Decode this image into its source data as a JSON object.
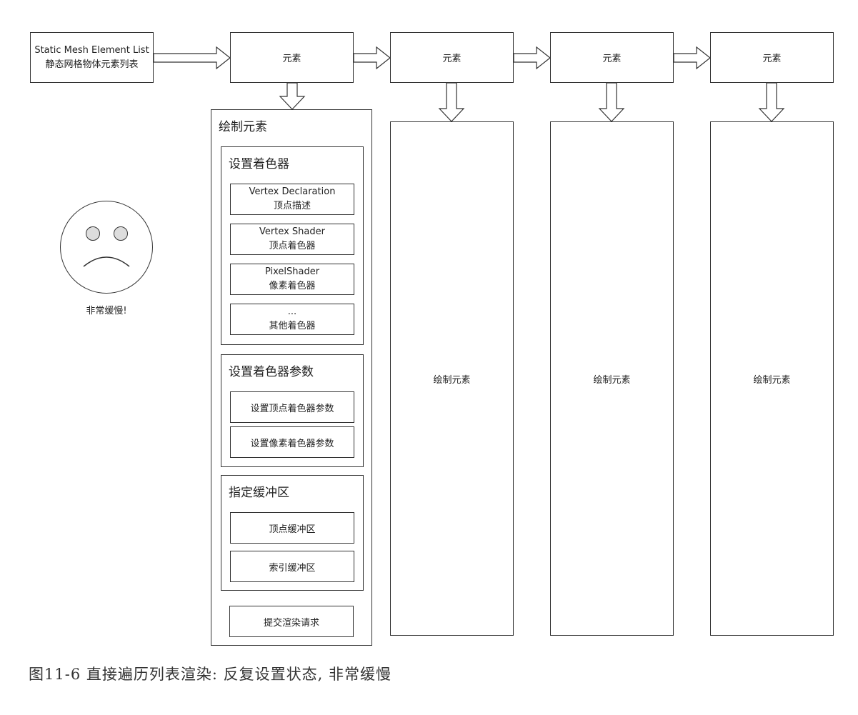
{
  "list": {
    "line1": "Static Mesh Element List",
    "line2": "静态网格物体元素列表"
  },
  "element_label": "元素",
  "draw": {
    "title": "绘制元素",
    "set_shader": {
      "title": "设置着色器",
      "items": [
        {
          "line1": "Vertex Declaration",
          "line2": "顶点描述"
        },
        {
          "line1": "Vertex Shader",
          "line2": "顶点着色器"
        },
        {
          "line1": "PixelShader",
          "line2": "像素着色器"
        },
        {
          "line1": "...",
          "line2": "其他着色器"
        }
      ]
    },
    "set_params": {
      "title": "设置着色器参数",
      "items": [
        "设置顶点着色器参数",
        "设置像素着色器参数"
      ]
    },
    "set_buffers": {
      "title": "指定缓冲区",
      "items": [
        "顶点缓冲区",
        "索引缓冲区"
      ]
    },
    "submit": "提交渲染请求"
  },
  "draw_element_label": "绘制元素",
  "face_caption": "非常缓慢!",
  "caption": "图11-6  直接遍历列表渲染: 反复设置状态, 非常缓慢"
}
